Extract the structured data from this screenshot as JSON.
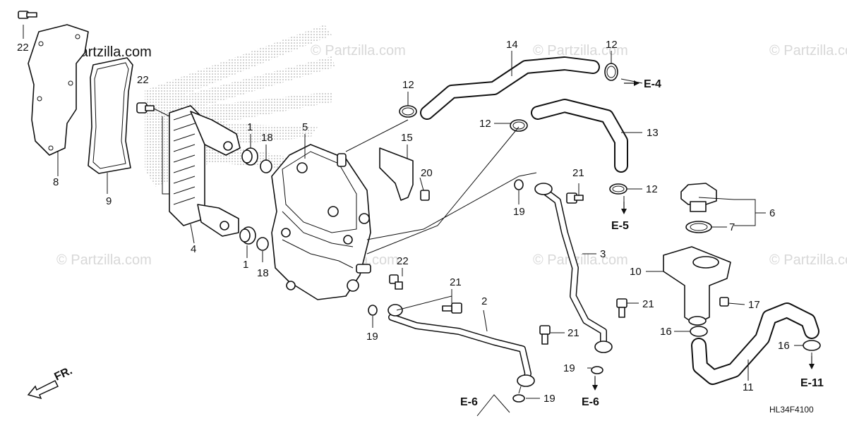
{
  "watermark": {
    "brand": "© Partzilla.com",
    "main": "© Partzilla.com"
  },
  "diagram_code": "HL34F4100",
  "direction_label": "FR.",
  "refs": {
    "e4": "E-4",
    "e5": "E-5",
    "e6a": "E-6",
    "e6b": "E-6",
    "e11": "E-11"
  },
  "callouts": {
    "c22a": "22",
    "c22b": "22",
    "c22c": "22",
    "c8": "8",
    "c9": "9",
    "c4": "4",
    "c1a": "1",
    "c18a": "18",
    "c1b": "1",
    "c18b": "18",
    "c5": "5",
    "c15": "15",
    "c20": "20",
    "c12a": "12",
    "c12b": "12",
    "c12c": "12",
    "c12d": "12",
    "c14": "14",
    "c13": "13",
    "c21a": "21",
    "c21b": "21",
    "c21c": "21",
    "c21d": "21",
    "c19a": "19",
    "c19b": "19",
    "c19c": "19",
    "c19d": "19",
    "c3": "3",
    "c2": "2",
    "c6": "6",
    "c7": "7",
    "c10": "10",
    "c17": "17",
    "c16a": "16",
    "c16b": "16",
    "c11": "11"
  }
}
